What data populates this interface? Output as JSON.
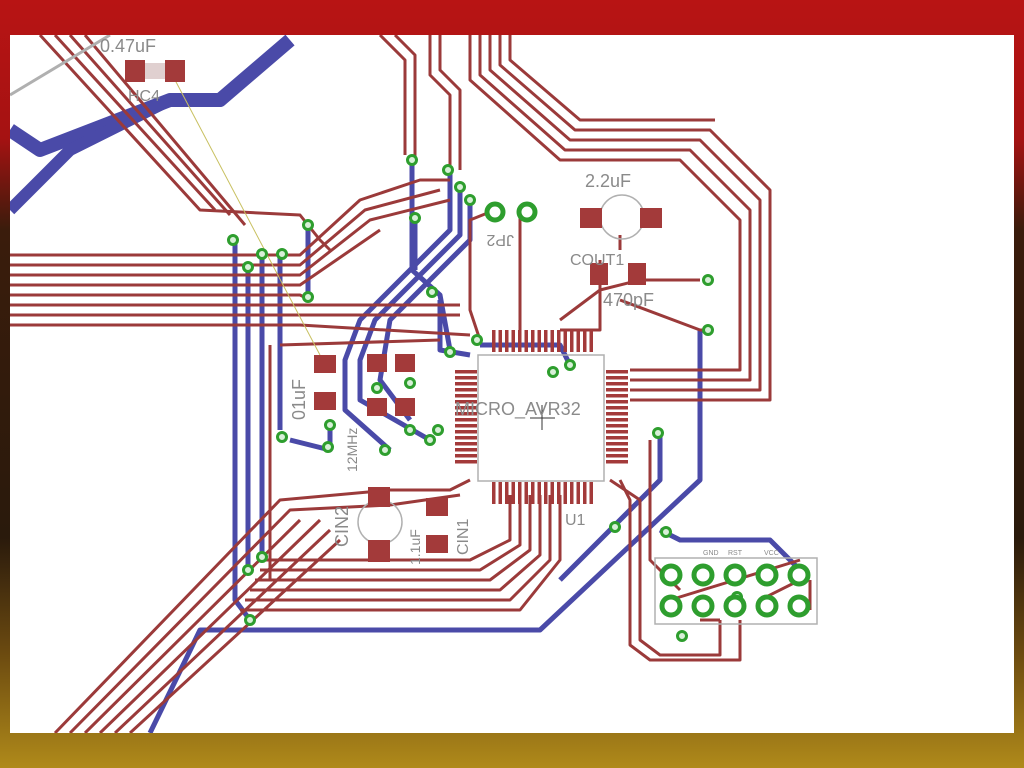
{
  "board": {
    "colors": {
      "top_trace": "#9b3a3a",
      "bottom_trace": "#4a4aa8",
      "pad": "#a33a3a",
      "via": "#2e9e2e",
      "label": "#8a8a8a",
      "airwire": "#c8c060"
    },
    "labels": {
      "cap_047": "0.47uF",
      "hc4": "HC4",
      "cap_22": "2.2uF",
      "jp2": "JP2",
      "cout1": "COUT1",
      "cap_470p": "470pF",
      "cap_01": "01uF",
      "xtal": "12MHz",
      "mcu": "MICRO_AVR32",
      "cin2": "CIN2",
      "cin1": "CIN1",
      "cin_val": "1.1uF",
      "u1": "U1",
      "hdr1": "GND",
      "hdr2": "RST",
      "hdr3": "VCC"
    }
  }
}
